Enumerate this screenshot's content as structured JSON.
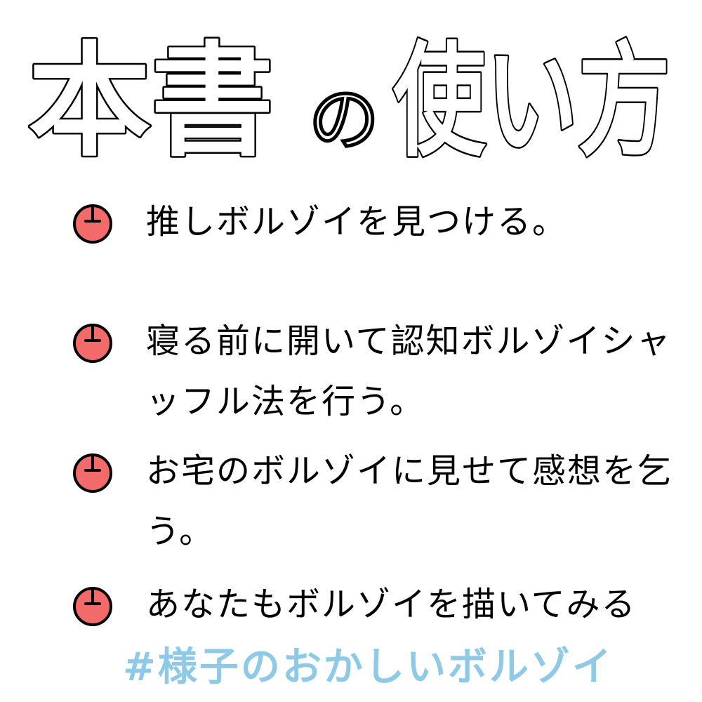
{
  "title": {
    "main": "本書",
    "particle": "の",
    "rest": "使い方"
  },
  "items": [
    {
      "text": "推しボルゾイを見つける。"
    },
    {
      "text": "寝る前に開いて認知ボルゾイシャッフル法を行う。"
    },
    {
      "text": "お宅のボルゾイに見せて感想を乞う。"
    },
    {
      "text": "あなたもボルゾイを描いてみる"
    }
  ],
  "hashtag": "#様子のおかしいボルゾイ",
  "colors": {
    "bullet": "#f26a6a",
    "hashtag": "#8ecae6",
    "ink": "#000000"
  }
}
